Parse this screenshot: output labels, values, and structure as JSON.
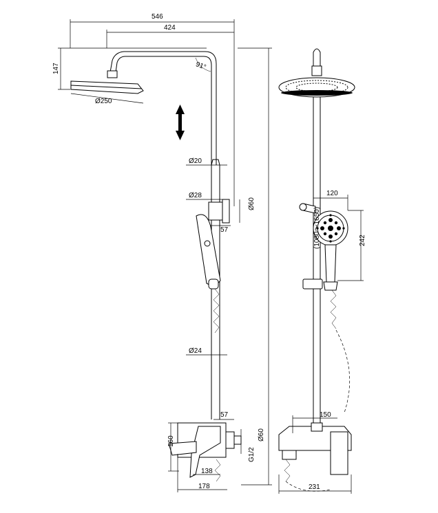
{
  "dimensions": {
    "overall_width": "546",
    "arm_length": "424",
    "head_drop": "147",
    "head_diameter": "Ø250",
    "arm_angle": "91°",
    "upper_tube": "Ø20",
    "holder_tube": "Ø28",
    "holder_flange": "Ø60",
    "holder_offset": "57",
    "lower_tube": "Ø24",
    "height_range": "(1080～1650)",
    "handshower_width": "120",
    "handshower_length": "242",
    "mixer_offset": "57",
    "mixer_flange": "Ø60",
    "mixer_height": "160",
    "inlet_thread": "G1/2",
    "spout_reach": "138",
    "body_depth": "178",
    "inlet_center": "150",
    "body_width": "231"
  }
}
